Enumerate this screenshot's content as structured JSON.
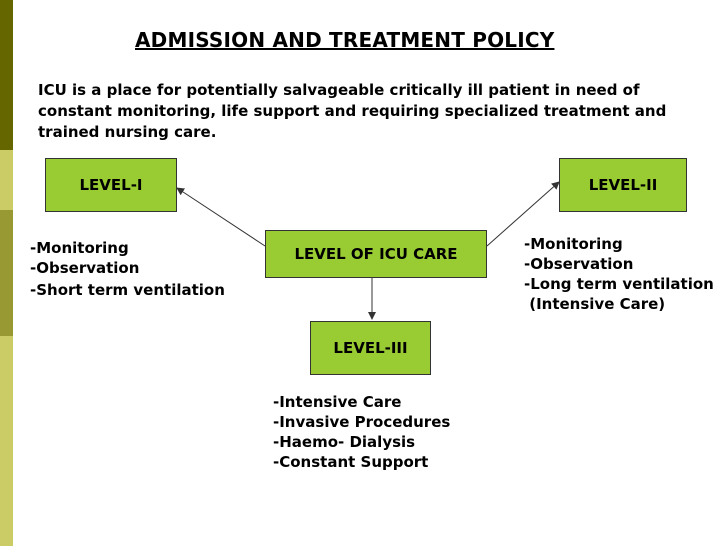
{
  "title": "ADMISSION AND TREATMENT POLICY",
  "intro": {
    "line1": "ICU is a place for potentially salvageable critically ill patient in need of",
    "line2": "constant monitoring, life support and requiring specialized treatment and",
    "line3": "trained nursing care."
  },
  "boxes": {
    "level1": "LEVEL-I",
    "level2": "LEVEL-II",
    "center": "LEVEL OF ICU CARE",
    "level3": "LEVEL-III"
  },
  "lists": {
    "level1": [
      "-Monitoring",
      "-Observation",
      "-Short term ventilation"
    ],
    "level2": [
      "-Monitoring",
      "-Observation",
      "-Long term ventilation",
      " (Intensive Care)"
    ],
    "level3": [
      "-Intensive Care",
      "-Invasive Procedures",
      "-Haemo- Dialysis",
      "-Constant Support"
    ]
  },
  "colors": {
    "box_fill": "#99cc33",
    "sidebar_dark": "#666600",
    "sidebar_mid": "#999933",
    "sidebar_light": "#cccc66"
  }
}
